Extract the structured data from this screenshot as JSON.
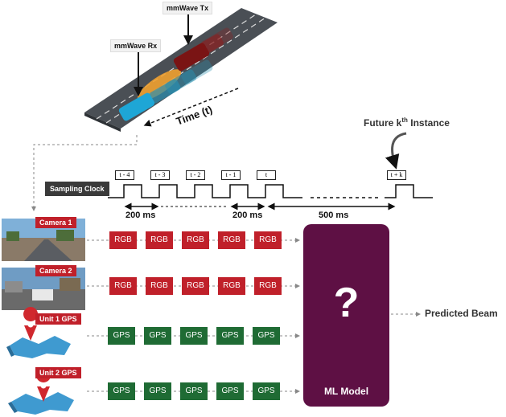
{
  "scene": {
    "tx_label": "mmWave Tx",
    "rx_label": "mmWave Rx",
    "time_label": "Time (t)"
  },
  "future": {
    "label": "Future k",
    "sup": "th",
    "label_suffix": " Instance"
  },
  "clock": {
    "label": "Sampling Clock",
    "ticks": [
      "t - 4",
      "t - 3",
      "t - 2",
      "t - 1",
      "t",
      "t + k"
    ],
    "intervals": [
      "200 ms",
      "200 ms",
      "500 ms"
    ]
  },
  "rows": [
    {
      "source_label": "Camera 1",
      "chip_label": "RGB",
      "kind": "rgb"
    },
    {
      "source_label": "Camera 2",
      "chip_label": "RGB",
      "kind": "rgb"
    },
    {
      "source_label": "Unit 1 GPS",
      "chip_label": "GPS",
      "kind": "gps"
    },
    {
      "source_label": "Unit 2 GPS",
      "chip_label": "GPS",
      "kind": "gps"
    }
  ],
  "model": {
    "symbol": "?",
    "label": "ML Model",
    "output_label": "Predicted Beam"
  },
  "colors": {
    "rgb_chip": "#c0202a",
    "gps_chip": "#1f6b34",
    "model_box": "#5e1044",
    "road": "#4a4f55",
    "beam": "#f0a030"
  }
}
